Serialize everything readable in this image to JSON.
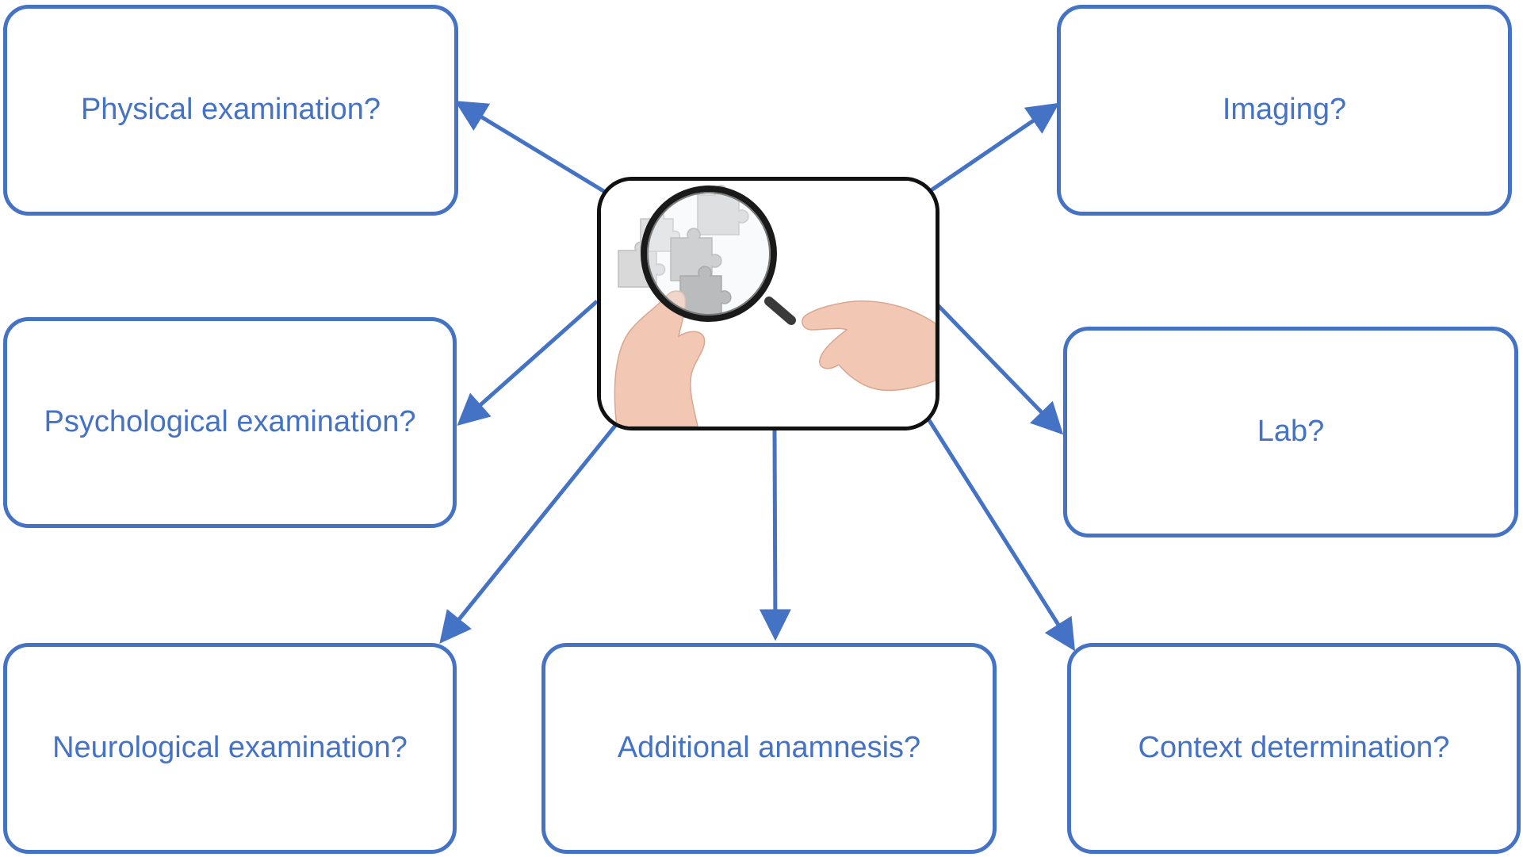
{
  "diagram": {
    "center_image": {
      "subject": "hands holding a magnifying glass over grey puzzle pieces"
    },
    "boxes": {
      "physical": {
        "label": "Physical examination?"
      },
      "psychological": {
        "label": "Psychological examination?"
      },
      "neurological": {
        "label": "Neurological examination?"
      },
      "anamnesis": {
        "label": "Additional anamnesis?"
      },
      "context": {
        "label": "Context determination?"
      },
      "imaging": {
        "label": "Imaging?"
      },
      "lab": {
        "label": "Lab?"
      }
    },
    "edges": [
      {
        "from": "center",
        "to": "physical"
      },
      {
        "from": "center",
        "to": "psychological"
      },
      {
        "from": "center",
        "to": "neurological"
      },
      {
        "from": "center",
        "to": "anamnesis"
      },
      {
        "from": "center",
        "to": "context"
      },
      {
        "from": "center",
        "to": "imaging"
      },
      {
        "from": "center",
        "to": "lab"
      }
    ],
    "colors": {
      "accent": "#4472c4",
      "center_border": "#111111"
    }
  }
}
